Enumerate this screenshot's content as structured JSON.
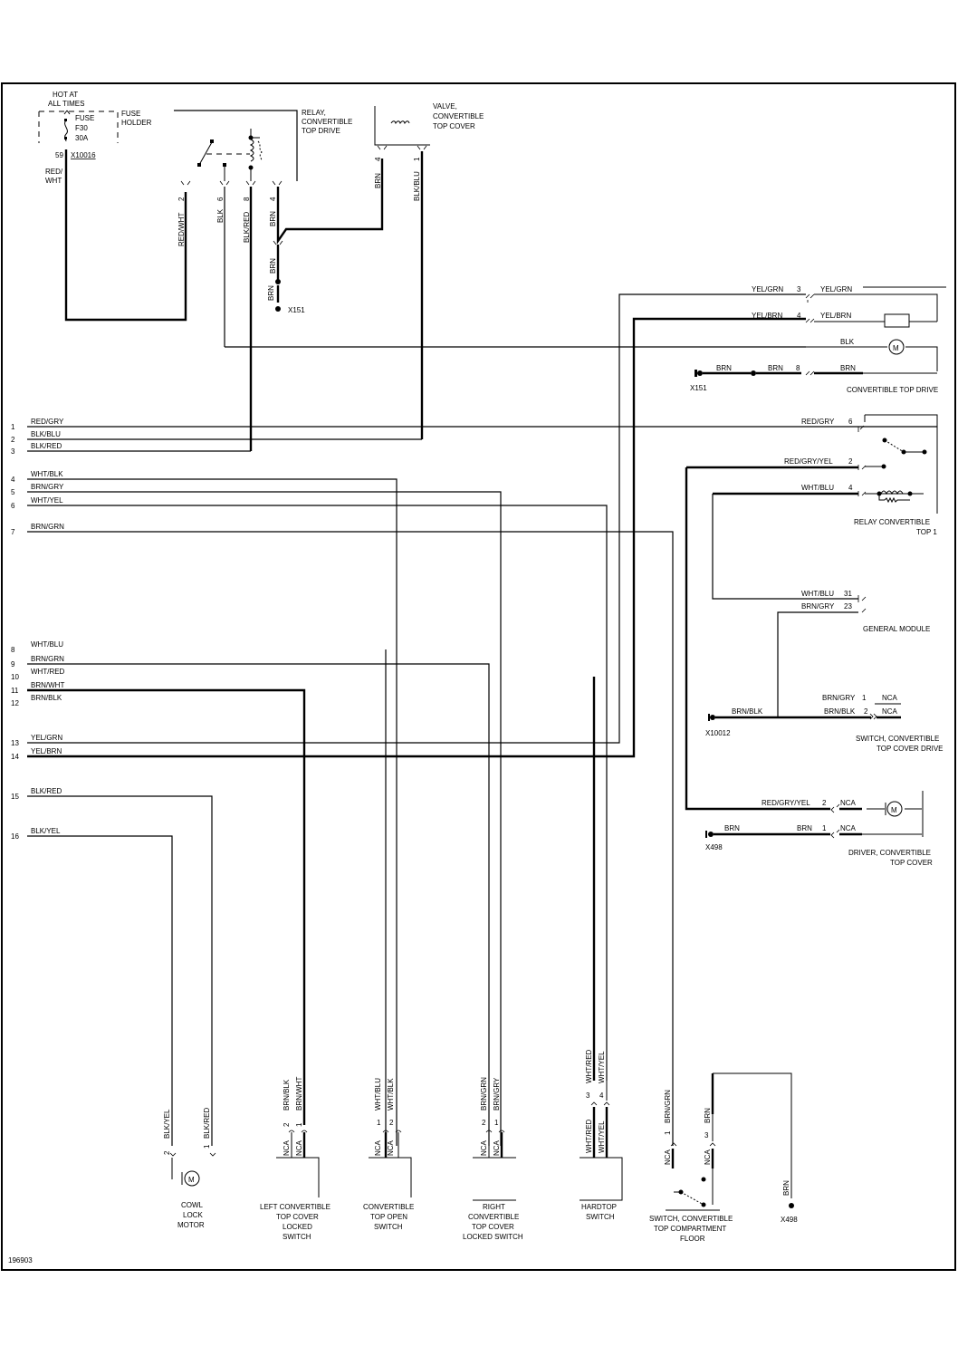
{
  "diagram": {
    "id_code": "196903",
    "colors": {
      "line": "#000000",
      "background": "#ffffff"
    },
    "top": {
      "fuse": {
        "hot_label_1": "HOT AT",
        "hot_label_2": "ALL TIMES",
        "fuse_text_1": "FUSE",
        "fuse_text_2": "F30",
        "fuse_text_3": "30A",
        "holder_1": "FUSE",
        "holder_2": "HOLDER",
        "pin": "59",
        "connector": "X10016",
        "wire_1": "RED/",
        "wire_2": "WHT"
      },
      "relay_drive": {
        "title_1": "RELAY,",
        "title_2": "CONVERTIBLE",
        "title_3": "TOP DRIVE",
        "pins": [
          "2",
          "6",
          "8",
          "4"
        ],
        "wires": [
          "RED/WHT",
          "BLK",
          "BLK/RED",
          "BRN"
        ]
      },
      "valve": {
        "title_1": "VALVE,",
        "title_2": "CONVERTIBLE",
        "title_3": "TOP COVER",
        "pins": [
          "4",
          "1"
        ],
        "wires": [
          "BRN",
          "BLK/BLU"
        ]
      },
      "ground_splice": {
        "wire_1": "BRN",
        "wire_2": "BRN",
        "ground": "X151"
      }
    },
    "left_harness": [
      {
        "num": "1",
        "wire": "RED/GRY"
      },
      {
        "num": "2",
        "wire": "BLK/BLU"
      },
      {
        "num": "3",
        "wire": "BLK/RED"
      },
      {
        "num": "4",
        "wire": "WHT/BLK"
      },
      {
        "num": "5",
        "wire": "BRN/GRY"
      },
      {
        "num": "6",
        "wire": "WHT/YEL"
      },
      {
        "num": "7",
        "wire": "BRN/GRN"
      },
      {
        "num": "8",
        "wire": "WHT/BLU"
      },
      {
        "num": "9",
        "wire": "BRN/GRN"
      },
      {
        "num": "10",
        "wire": "WHT/RED"
      },
      {
        "num": "11",
        "wire": "BRN/WHT"
      },
      {
        "num": "12",
        "wire": "BRN/BLK"
      },
      {
        "num": "13",
        "wire": "YEL/GRN"
      },
      {
        "num": "14",
        "wire": "YEL/BRN"
      },
      {
        "num": "15",
        "wire": "BLK/RED"
      },
      {
        "num": "16",
        "wire": "BLK/YEL"
      }
    ],
    "top_drive": {
      "title": "CONVERTIBLE TOP DRIVE",
      "rows": [
        {
          "wire_in": "YEL/GRN",
          "pin": "3",
          "wire_out": "YEL/GRN"
        },
        {
          "wire_in": "YEL/BRN",
          "pin": "4",
          "wire_out": "YEL/BRN"
        },
        {
          "wire_in": "",
          "pin": "",
          "wire_out": "BLK"
        },
        {
          "wire_in": "BRN",
          "pin": "8",
          "wire_out": "BRN"
        }
      ],
      "ground": "X151",
      "ground_wire": "BRN",
      "motor": "M"
    },
    "relay_top1": {
      "title_1": "RELAY CONVERTIBLE",
      "title_2": "TOP 1",
      "rows": [
        {
          "wire": "RED/GRY",
          "pin": "6"
        },
        {
          "wire": "RED/GRY/YEL",
          "pin": "2"
        },
        {
          "wire": "WHT/BLU",
          "pin": "4"
        }
      ]
    },
    "general_module": {
      "title": "GENERAL MODULE",
      "rows": [
        {
          "wire": "WHT/BLU",
          "pin": "31"
        },
        {
          "wire": "BRN/GRY",
          "pin": "23"
        }
      ]
    },
    "switch_cover_drive": {
      "title_1": "SWITCH, CONVERTIBLE",
      "title_2": "TOP COVER DRIVE",
      "rows": [
        {
          "wire": "BRN/GRY",
          "pin": "1",
          "nca": "NCA"
        },
        {
          "wire": "BRN/BLK",
          "pin": "2",
          "nca": "NCA"
        }
      ],
      "ground": "X10012",
      "ground_wire": "BRN/BLK"
    },
    "driver_cover": {
      "title_1": "DRIVER, CONVERTIBLE",
      "title_2": "TOP COVER",
      "rows": [
        {
          "wire": "RED/GRY/YEL",
          "pin": "2",
          "nca": "NCA"
        },
        {
          "wire": "BRN",
          "pin": "1",
          "nca": "NCA"
        }
      ],
      "ground": "X498",
      "ground_wire": "BRN",
      "motor": "M"
    },
    "bottom": {
      "cowl": {
        "title_1": "COWL",
        "title_2": "LOCK",
        "title_3": "MOTOR",
        "pins": [
          "2",
          "1"
        ],
        "wires": [
          "BLK/YEL",
          "BLK/RED"
        ],
        "motor": "M"
      },
      "left_cover": {
        "title_1": "LEFT CONVERTIBLE",
        "title_2": "TOP COVER",
        "title_3": "LOCKED",
        "title_4": "SWITCH",
        "pins": [
          "2",
          "1"
        ],
        "wires": [
          "BRN/BLK",
          "BRN/WHT"
        ],
        "nca": "NCA"
      },
      "open_switch": {
        "title_1": "CONVERTIBLE",
        "title_2": "TOP OPEN",
        "title_3": "SWITCH",
        "pins": [
          "1",
          "2"
        ],
        "wires": [
          "WHT/BLU",
          "WHT/BLK"
        ],
        "nca": "NCA"
      },
      "right_cover": {
        "title_1": "RIGHT",
        "title_2": "CONVERTIBLE",
        "title_3": "TOP COVER",
        "title_4": "LOCKED SWITCH",
        "pins": [
          "2",
          "1"
        ],
        "wires": [
          "BRN/GRN",
          "BRN/GRY"
        ],
        "nca": "NCA"
      },
      "hardtop": {
        "title_1": "HARDTOP",
        "title_2": "SWITCH",
        "pins": [
          "3",
          "4"
        ],
        "wires": [
          "WHT/RED",
          "WHT/YEL"
        ]
      },
      "floor_switch": {
        "title_1": "SWITCH, CONVERTIBLE",
        "title_2": "TOP COMPARTMENT",
        "title_3": "FLOOR",
        "pins": [
          "1",
          "3"
        ],
        "wires": [
          "BRN/GRN",
          "BRN"
        ],
        "nca": "NCA"
      },
      "ground_x498": {
        "wire": "BRN",
        "ground": "X498"
      }
    }
  }
}
